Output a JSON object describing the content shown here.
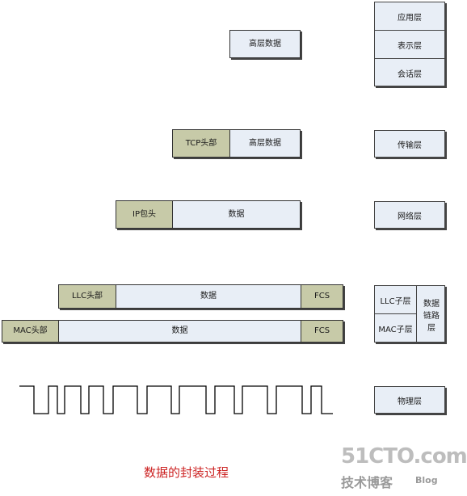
{
  "application_stack": [
    "应用层",
    "表示层",
    "会话层"
  ],
  "transport": "传输层",
  "network": "网络层",
  "llc_sublayer": "LLC子层",
  "mac_sublayer": "MAC子层",
  "datalink": "数据链路层",
  "datalink_lines": [
    "数据",
    "链路",
    "层"
  ],
  "physical": "物理层",
  "app_data": "高层数据",
  "tcp_header": "TCP头部",
  "tcp_data": "高层数据",
  "ip_header": "IP包头",
  "ip_data": "数据",
  "llc_header": "LLC头部",
  "llc_data": "数据",
  "llc_fcs": "FCS",
  "mac_header": "MAC头部",
  "mac_data": "数据",
  "mac_fcs": "FCS",
  "caption": "数据的封装过程",
  "watermark": {
    "site": "51CTO.com",
    "tagline": "技术博客",
    "blog": "Blog"
  }
}
